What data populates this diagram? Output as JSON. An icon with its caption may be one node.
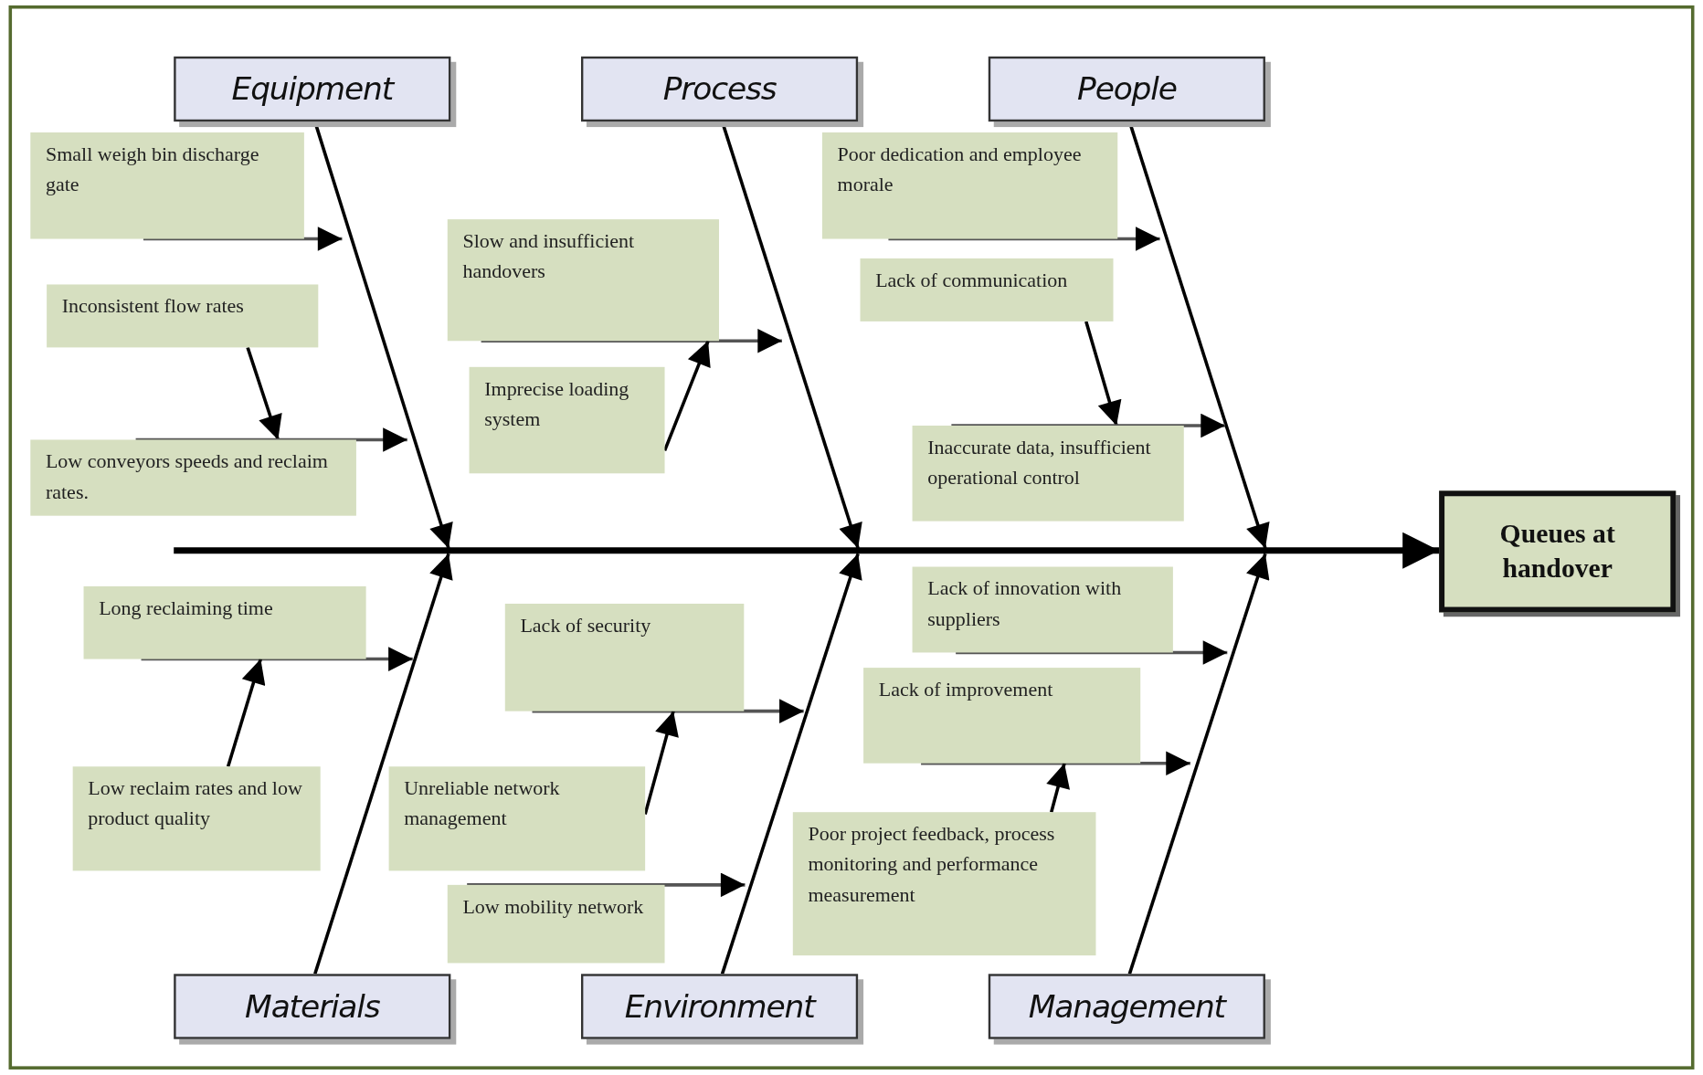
{
  "diagram": {
    "nodes": [
      {
        "text": [
          "Equipment"
        ]
      },
      {
        "text": [
          "Process"
        ]
      },
      {
        "text": [
          "People"
        ]
      },
      {
        "text": [
          "Materials"
        ]
      },
      {
        "text": [
          "Environment"
        ]
      },
      {
        "text": [
          "Management"
        ]
      },
      {
        "text": [
          "Queues at handover"
        ]
      },
      {
        "text": [
          "Small weigh bin discharge gate"
        ]
      },
      {
        "text": [
          "Inconsistent flow rates"
        ]
      },
      {
        "text": [
          "Low conveyors speeds and reclaim rates."
        ]
      },
      {
        "text": [
          "Slow and insufficient handovers"
        ]
      },
      {
        "text": [
          "Imprecise loading system"
        ]
      },
      {
        "text": [
          "Poor dedication and employee morale"
        ]
      },
      {
        "text": [
          "Lack of communication"
        ]
      },
      {
        "text": [
          "Inaccurate data, insufficient operational control"
        ]
      },
      {
        "text": [
          "Long reclaiming time"
        ]
      },
      {
        "text": [
          "Low reclaim rates and low product quality"
        ]
      },
      {
        "text": [
          "Lack of security"
        ]
      },
      {
        "text": [
          "Unreliable network management"
        ]
      },
      {
        "text": [
          "Low mobility network"
        ]
      },
      {
        "text": [
          "Lack of innovation with suppliers"
        ]
      },
      {
        "text": [
          "Lack of improvement"
        ]
      },
      {
        "text": [
          "Poor project feedback, process monitoring and performance measurement"
        ]
      }
    ],
    "edges": [
      {
        "from": null,
        "to": 6,
        "arrow": "to",
        "style": "thick"
      },
      {
        "from": 0,
        "to": null,
        "arrow": "to"
      },
      {
        "from": 1,
        "to": null,
        "arrow": "to"
      },
      {
        "from": 2,
        "to": null,
        "arrow": "to"
      },
      {
        "from": 3,
        "to": null,
        "arrow": "to"
      },
      {
        "from": 4,
        "to": null,
        "arrow": "to"
      },
      {
        "from": 5,
        "to": null,
        "arrow": "to"
      },
      {
        "from": 7,
        "to": null,
        "arrow": "to",
        "color": "#555555"
      },
      {
        "from": 8,
        "to": 9,
        "arrow": "to"
      },
      {
        "from": 9,
        "to": null,
        "arrow": "to",
        "color": "#555555"
      },
      {
        "from": 10,
        "to": null,
        "arrow": "to",
        "color": "#555555"
      },
      {
        "from": 11,
        "to": 10,
        "arrow": "to"
      },
      {
        "from": 12,
        "to": null,
        "arrow": "to",
        "color": "#555555"
      },
      {
        "from": 13,
        "to": 14,
        "arrow": "to"
      },
      {
        "from": 14,
        "to": null,
        "arrow": "to",
        "color": "#555555"
      },
      {
        "from": 15,
        "to": null,
        "arrow": "to",
        "color": "#555555"
      },
      {
        "from": 16,
        "to": 15,
        "arrow": "to"
      },
      {
        "from": 17,
        "to": null,
        "arrow": "to",
        "color": "#555555"
      },
      {
        "from": 18,
        "to": 17,
        "arrow": "to"
      },
      {
        "from": 19,
        "to": null,
        "arrow": "to",
        "color": "#555555"
      },
      {
        "from": 20,
        "to": null,
        "arrow": "to",
        "color": "#555555"
      },
      {
        "from": 21,
        "to": null,
        "arrow": "to",
        "color": "#555555"
      },
      {
        "from": 22,
        "to": 21,
        "arrow": "to"
      }
    ]
  }
}
